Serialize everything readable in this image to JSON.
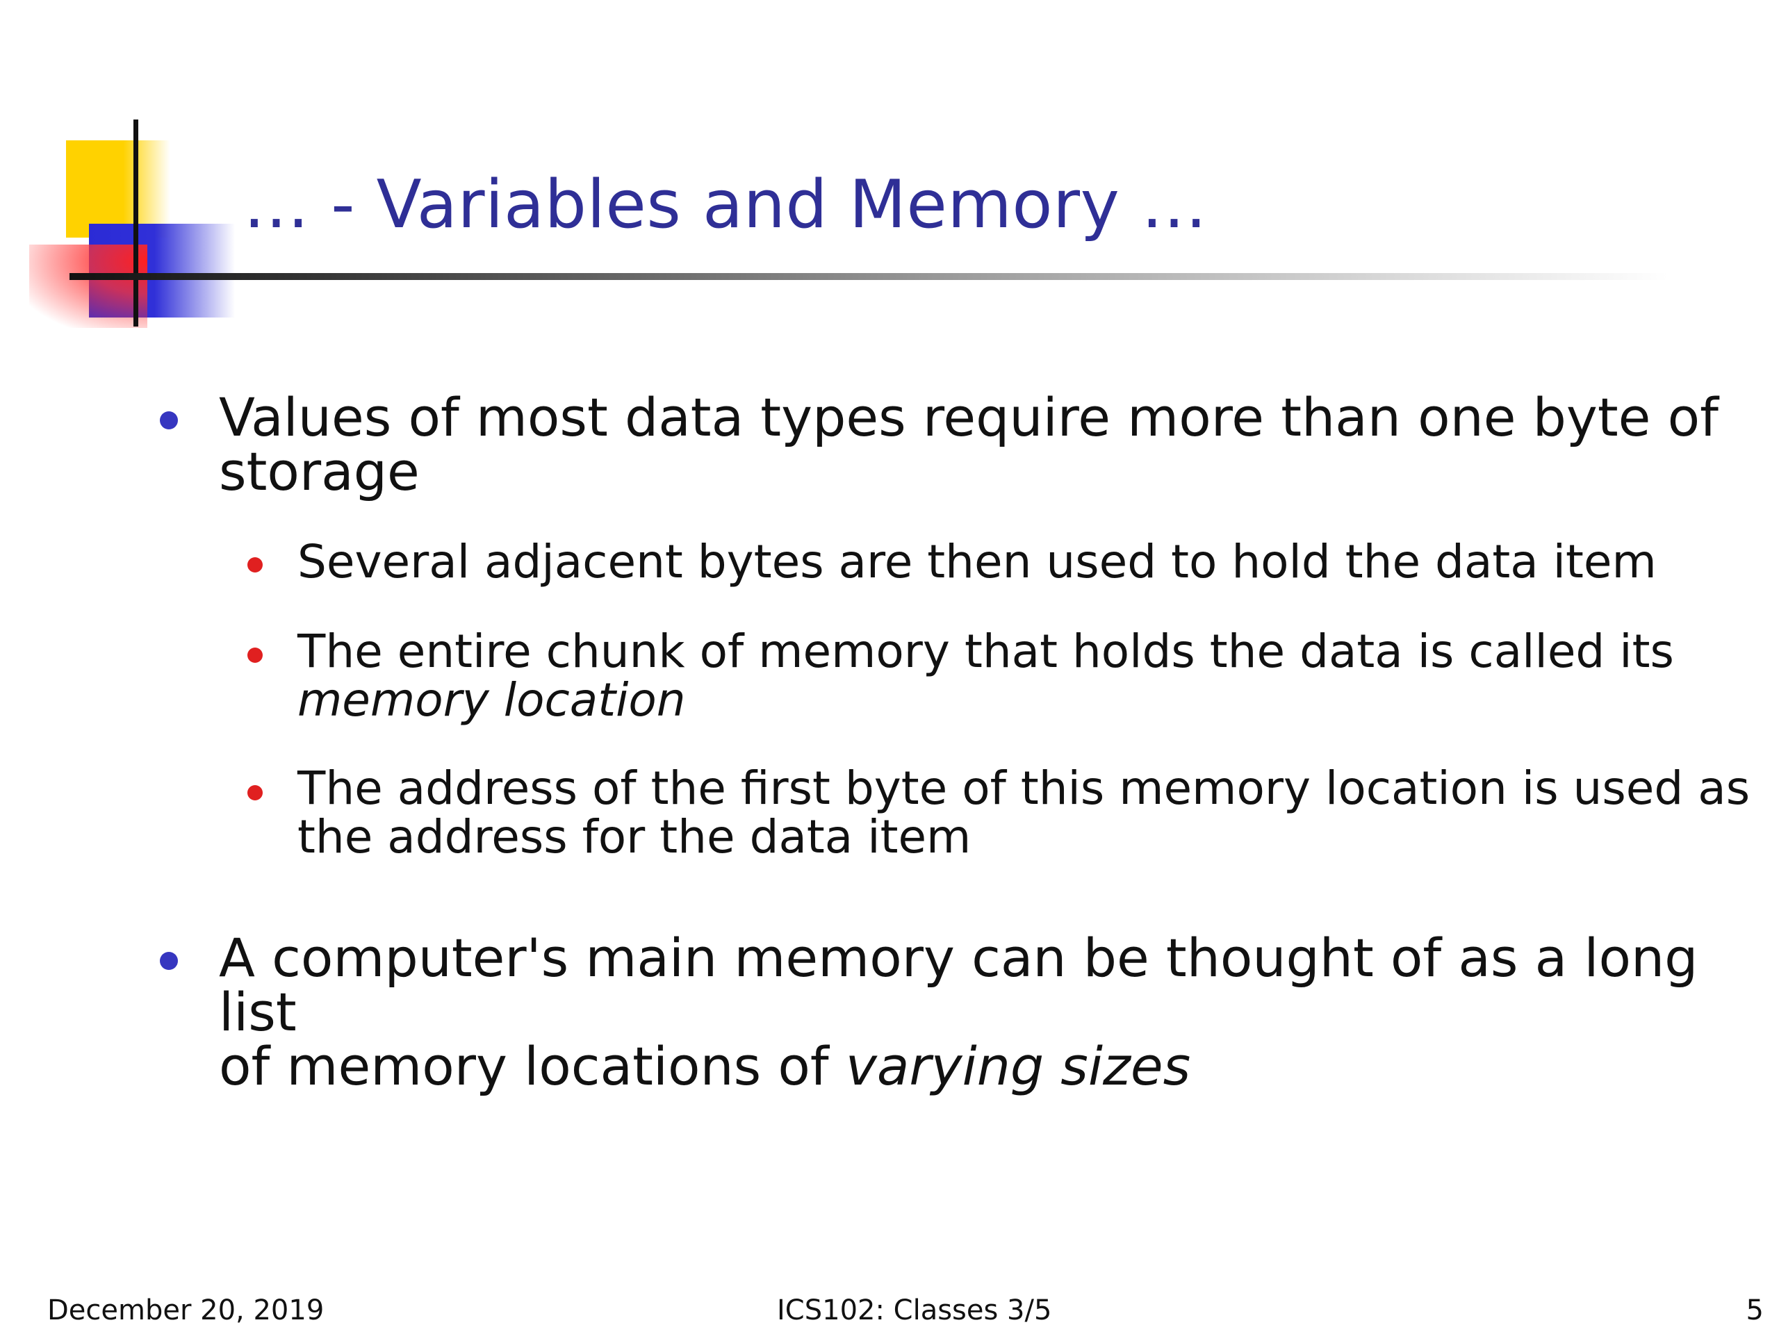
{
  "slide": {
    "title": "… - Variables and Memory …",
    "bullets": [
      {
        "text": "Values of most data types require more than one byte of\nstorage",
        "sub": [
          {
            "text": "Several adjacent bytes are then used to hold the data item",
            "em": ""
          },
          {
            "text": "The entire chunk of memory that holds the data is called its\n",
            "em": "memory location"
          },
          {
            "text": "The address of the first byte of this memory location is used as\nthe address for the data item",
            "em": ""
          }
        ]
      },
      {
        "text": "A computer's main memory can be thought of as a long list\nof memory locations of ",
        "em": "varying sizes",
        "sub": []
      }
    ]
  },
  "footer": {
    "date": "December 20, 2019",
    "center": "ICS102: Classes 3/5",
    "page": "5"
  },
  "colors": {
    "title": "#2f2f96",
    "bullet_level1": "#3636c0",
    "bullet_level2": "#e02020",
    "logo_yellow": "#ffd200",
    "logo_blue": "#2b2bd6",
    "logo_red": "#ff2020"
  }
}
